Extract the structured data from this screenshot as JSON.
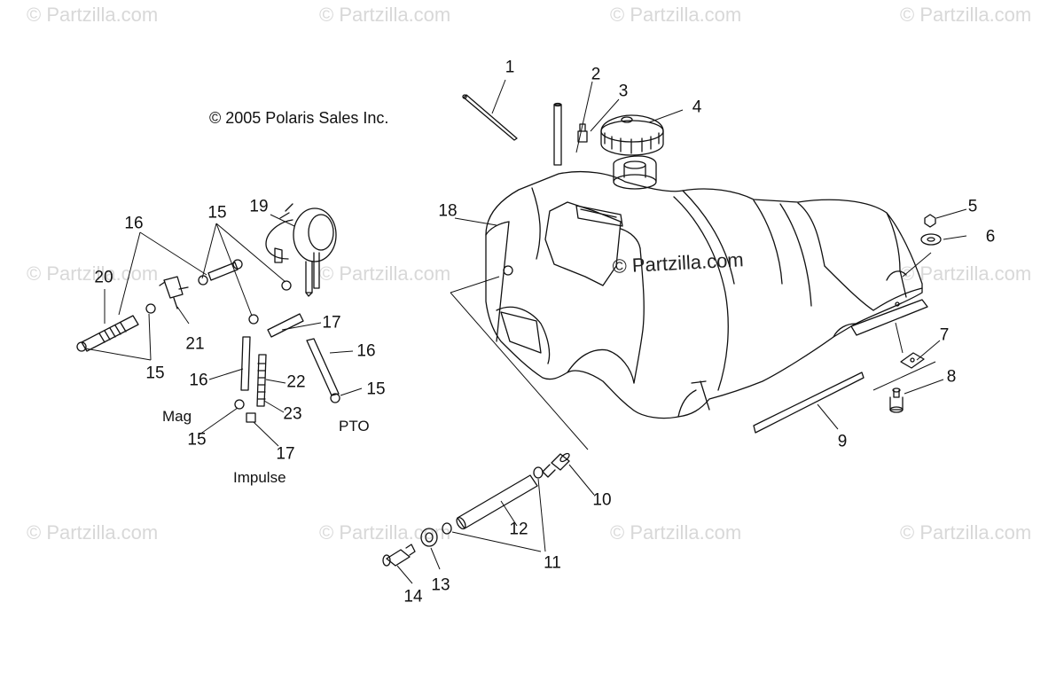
{
  "watermark": "© Partzilla.com",
  "center_watermark": "© Partzilla.com",
  "copyright": "© 2005 Polaris Sales Inc.",
  "captions": {
    "mag": "Mag",
    "pto": "PTO",
    "impulse": "Impulse"
  },
  "callouts": [
    "1",
    "2",
    "3",
    "4",
    "5",
    "6",
    "7",
    "8",
    "9",
    "10",
    "11",
    "12",
    "13",
    "14",
    "15",
    "15",
    "15",
    "15",
    "16",
    "16",
    "16",
    "17",
    "17",
    "18",
    "19",
    "20",
    "21",
    "22",
    "23"
  ]
}
